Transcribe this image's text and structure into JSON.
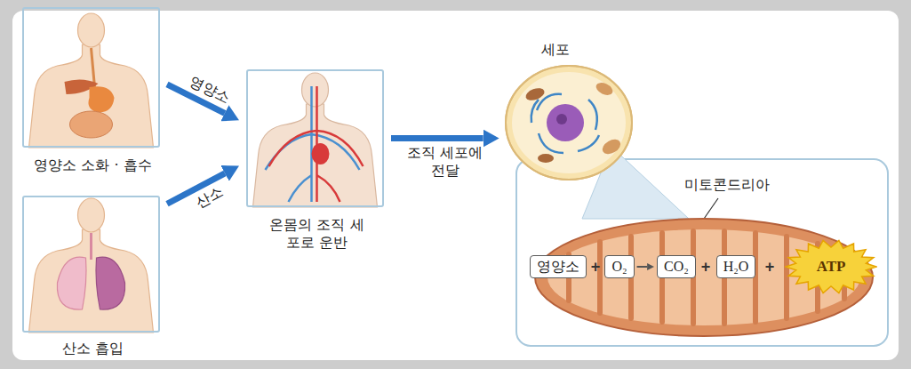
{
  "diagram": {
    "nodes": [
      {
        "text": [
          "영양소 소화 · 흡수"
        ]
      },
      {
        "text": [
          "산소 흡입"
        ]
      },
      {
        "text": [
          "온몸의 조직 세포로 운반"
        ]
      },
      {
        "text": [
          "세포"
        ]
      },
      {
        "text": [
          "미토콘드리아"
        ]
      },
      {
        "text": [
          "영양소"
        ],
        "in": 4
      },
      {
        "text": [
          "O₂"
        ],
        "in": 4
      },
      {
        "text": [
          "CO₂"
        ],
        "in": 4
      },
      {
        "text": [
          "H₂O"
        ],
        "in": 4
      },
      {
        "text": [
          "ATP"
        ],
        "in": 4
      }
    ],
    "edges": [
      {
        "from": 0,
        "to": 2,
        "label": "영양소",
        "arrow": "to"
      },
      {
        "from": 1,
        "to": 2,
        "label": "산소",
        "arrow": "to"
      },
      {
        "from": 2,
        "to": 3,
        "label": "조직 세포에 전달",
        "arrow": "to"
      },
      {
        "from": 6,
        "to": 7,
        "arrow": "to"
      }
    ],
    "labels": [
      "+",
      "+",
      "+"
    ]
  }
}
